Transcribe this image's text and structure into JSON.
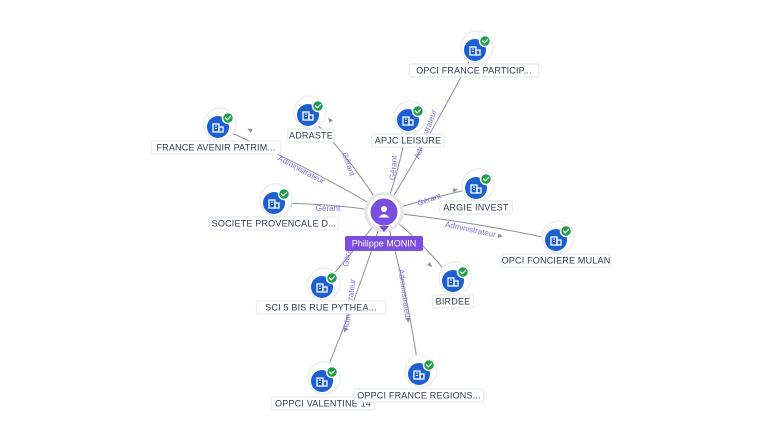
{
  "center": {
    "name": "Philippe MONIN"
  },
  "colors": {
    "company": "#1d5fd0",
    "person": "#7a4fe0",
    "verified": "#1e9e4a",
    "edge": "#8a8f9c",
    "edge_label": "#7c6fd6"
  },
  "icons": {
    "company": "building-icon",
    "person": "person-icon",
    "verified": "check-badge-icon"
  },
  "companies": [
    {
      "id": "opci-france-particip",
      "label": "OPCI FRANCE PARTICIP...",
      "role": "Administrateur"
    },
    {
      "id": "adraste",
      "label": "ADRASTE",
      "role": "Gérant"
    },
    {
      "id": "apjc-leisure",
      "label": "APJC LEISURE",
      "role": "Gérant"
    },
    {
      "id": "france-avenir-patrim",
      "label": "FRANCE AVENIR PATRIM...",
      "role": "Administrateur"
    },
    {
      "id": "argie-invest",
      "label": "ARGIE INVEST",
      "role": "Gérant"
    },
    {
      "id": "societe-provencale",
      "label": "SOCIETE PROVENCALE D...",
      "role": "Gérant"
    },
    {
      "id": "opci-fonciere-mulan",
      "label": "OPCI FONCIERE MULAN",
      "role": "Administrateur"
    },
    {
      "id": "sci-5-bis",
      "label": "SCI 5 BIS RUE PYTHEA...",
      "role": "Gérant"
    },
    {
      "id": "birdee",
      "label": "BIRDEE",
      "role": ""
    },
    {
      "id": "oppci-valentine",
      "label": "OPPCI VALENTINE 14",
      "role": "Administrateur"
    },
    {
      "id": "oppci-france-regions",
      "label": "OPPCI FRANCE REGIONS...",
      "role": "Administrateur"
    }
  ]
}
